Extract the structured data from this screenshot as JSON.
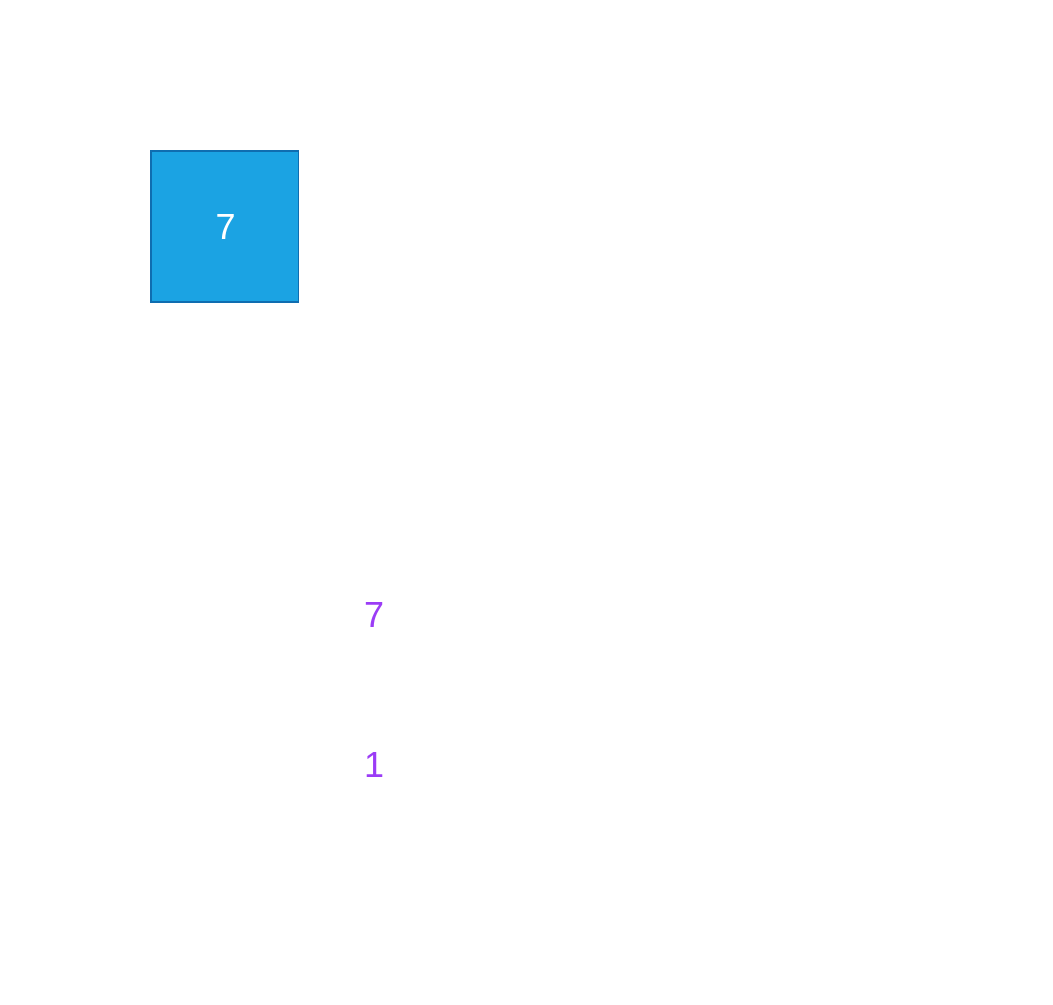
{
  "colors": {
    "box_fill": "#1ba3e3",
    "box_border": "#0f6db0",
    "box_text": "#ffffff",
    "label_text": "#9b3cf6"
  },
  "box": {
    "label": "7"
  },
  "labels": [
    {
      "text": "7"
    },
    {
      "text": "1"
    }
  ]
}
